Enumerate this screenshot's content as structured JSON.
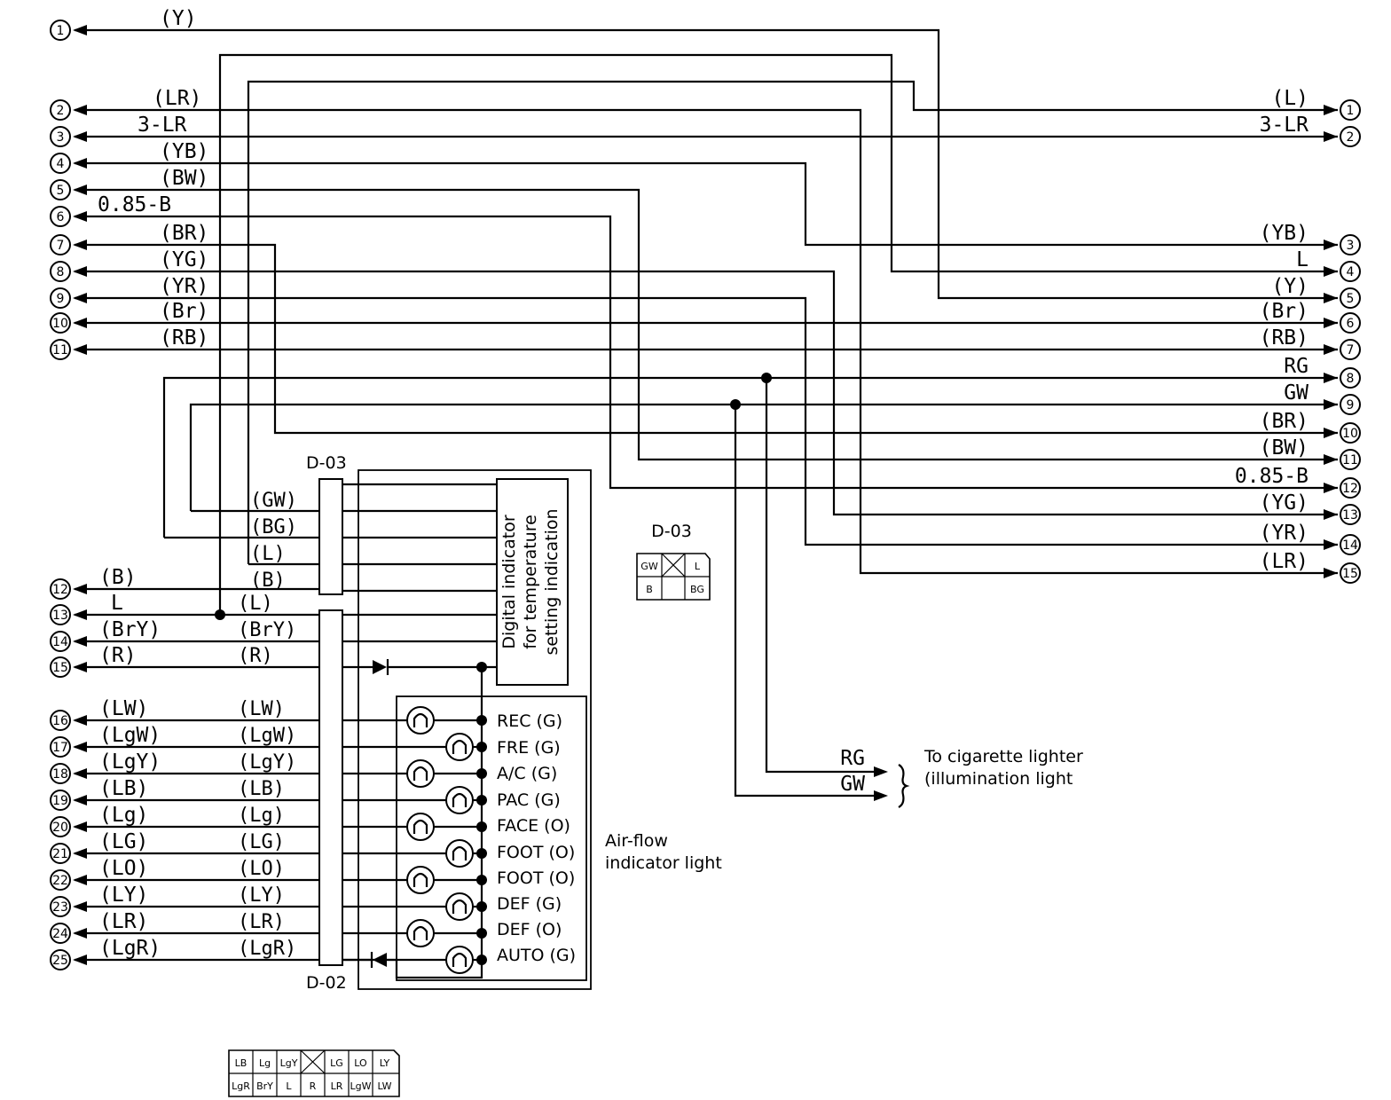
{
  "left_pins": [
    {
      "num": "1",
      "wire": "(Y)"
    },
    {
      "num": "2",
      "wire": "(LR)"
    },
    {
      "num": "3",
      "wire": "3-LR"
    },
    {
      "num": "4",
      "wire": "(YB)"
    },
    {
      "num": "5",
      "wire": "(BW)"
    },
    {
      "num": "6",
      "wire": "0.85-B"
    },
    {
      "num": "7",
      "wire": "(BR)"
    },
    {
      "num": "8",
      "wire": "(YG)"
    },
    {
      "num": "9",
      "wire": "(YR)"
    },
    {
      "num": "10",
      "wire": "(Br)"
    },
    {
      "num": "11",
      "wire": "(RB)"
    },
    {
      "num": "12",
      "wire": "(B)"
    },
    {
      "num": "13",
      "wire": "L"
    },
    {
      "num": "14",
      "wire": "(BrY)"
    },
    {
      "num": "15",
      "wire": "(R)"
    },
    {
      "num": "16",
      "wire": "(LW)"
    },
    {
      "num": "17",
      "wire": "(LgW)"
    },
    {
      "num": "18",
      "wire": "(LgY)"
    },
    {
      "num": "19",
      "wire": "(LB)"
    },
    {
      "num": "20",
      "wire": "(Lg)"
    },
    {
      "num": "21",
      "wire": "(LG)"
    },
    {
      "num": "22",
      "wire": "(LO)"
    },
    {
      "num": "23",
      "wire": "(LY)"
    },
    {
      "num": "24",
      "wire": "(LR)"
    },
    {
      "num": "25",
      "wire": "(LgR)"
    }
  ],
  "right_pins": [
    {
      "num": "1",
      "wire": "(L)"
    },
    {
      "num": "2",
      "wire": "3-LR"
    },
    {
      "num": "3",
      "wire": "(YB)"
    },
    {
      "num": "4",
      "wire": "L"
    },
    {
      "num": "5",
      "wire": "(Y)"
    },
    {
      "num": "6",
      "wire": "(Br)"
    },
    {
      "num": "7",
      "wire": "(RB)"
    },
    {
      "num": "8",
      "wire": "RG"
    },
    {
      "num": "9",
      "wire": "GW"
    },
    {
      "num": "10",
      "wire": "(BR)"
    },
    {
      "num": "11",
      "wire": "(BW)"
    },
    {
      "num": "12",
      "wire": "0.85-B"
    },
    {
      "num": "13",
      "wire": "(YG)"
    },
    {
      "num": "14",
      "wire": "(YR)"
    },
    {
      "num": "15",
      "wire": "(LR)"
    }
  ],
  "d03_pins": [
    "(GW)",
    "(BG)",
    "(L)",
    "(B)"
  ],
  "d02_pins": [
    "(L)",
    "(BrY)",
    "(R)",
    "(LW)",
    "(LgW)",
    "(LgY)",
    "(LB)",
    "(Lg)",
    "(LG)",
    "(LO)",
    "(LY)",
    "(LR)",
    "(LgR)"
  ],
  "connectors": {
    "d03": "D-03",
    "d02": "D-02"
  },
  "digital_indicator": [
    "Digital indicator",
    "for temperature",
    "setting indication"
  ],
  "lamps": [
    "REC (G)",
    "FRE (G)",
    "A/C (G)",
    "PAC (G)",
    "FACE (O)",
    "FOOT (O)",
    "FOOT (O)",
    "DEF (G)",
    "DEF (O)",
    "AUTO (G)"
  ],
  "airflow_label": [
    "Air-flow",
    "indicator light"
  ],
  "lighter": {
    "rg": "RG",
    "gw": "GW",
    "label": [
      "To cigarette lighter",
      "(illumination light"
    ]
  },
  "d03_face": {
    "title": "D-03",
    "cells": [
      "GW",
      "",
      "L",
      "B",
      "",
      "BG"
    ]
  },
  "d02_face": {
    "cells": [
      "LB",
      "Lg",
      "LgY",
      "",
      "LG",
      "LO",
      "LY",
      "LgR",
      "BrY",
      "L",
      "R",
      "LR",
      "LgW",
      "LW"
    ]
  }
}
